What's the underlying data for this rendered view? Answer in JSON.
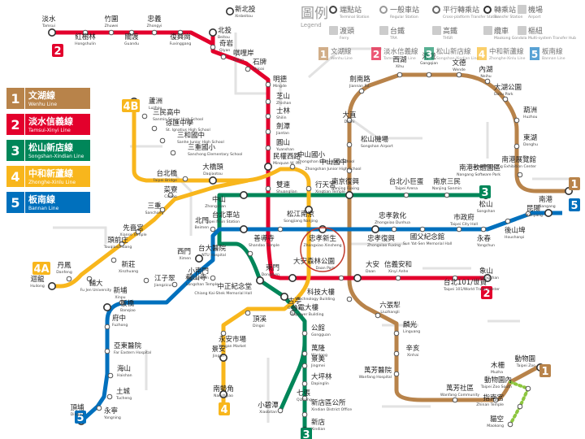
{
  "colors": {
    "brown": "#b8834a",
    "red": "#e3002c",
    "green": "#008659",
    "orange": "#f8b61c",
    "blue": "#0070bd",
    "gray": "#dddddd",
    "lime": "#8dc63f"
  },
  "legend": {
    "title_zh": "圖例",
    "title_en": "Legend",
    "items": [
      {
        "zh": "端點站",
        "en": "Terminal Station"
      },
      {
        "zh": "一般車站",
        "en": "Regular Station"
      },
      {
        "zh": "平行轉乘站",
        "en": "Cross-platform Transfer Station"
      },
      {
        "zh": "轉乘站",
        "en": "Transfer Station"
      },
      {
        "zh": "機場",
        "en": "Airport"
      },
      {
        "zh": "渡頭",
        "en": "Ferry"
      },
      {
        "zh": "台鐵",
        "en": "TRA"
      },
      {
        "zh": "高鐵",
        "en": "THSR"
      },
      {
        "zh": "纜車",
        "en": "Maokong Gondola"
      },
      {
        "zh": "樞紐",
        "en": "Multi-system Transfer Hub"
      }
    ],
    "lines": [
      {
        "num": "1",
        "zh": "文湖線",
        "en": "Wenhu Line"
      },
      {
        "num": "2",
        "zh": "淡水信義線",
        "en": "Tamsui-Xinyi Line"
      },
      {
        "num": "3",
        "zh": "松山新店線",
        "en": "Songshan-Xindian Line"
      },
      {
        "num": "4",
        "zh": "中和新蘆線",
        "en": "Zhonghe-Xinlu Line"
      },
      {
        "num": "5",
        "zh": "板南線",
        "en": "Bannan Line"
      }
    ]
  },
  "side_legend": [
    {
      "num": "1",
      "zh": "文湖線",
      "en": "Wenhu Line"
    },
    {
      "num": "2",
      "zh": "淡水信義線",
      "en": "Tamsui-Xinyi Line"
    },
    {
      "num": "3",
      "zh": "松山新店線",
      "en": "Songshan-Xindian Line"
    },
    {
      "num": "4",
      "zh": "中和新蘆線",
      "en": "Zhonghe-Xinlu Line"
    },
    {
      "num": "5",
      "zh": "板南線",
      "en": "Bannan Line"
    }
  ],
  "terminal_badges": [
    {
      "id": "tamsui",
      "label": "2",
      "line": "red"
    },
    {
      "id": "luzhou",
      "label": "4B",
      "line": "orange"
    },
    {
      "id": "huilong",
      "label": "4A",
      "line": "orange"
    },
    {
      "id": "nangang_ex",
      "label": "1",
      "line": "brown"
    },
    {
      "id": "kunyang",
      "label": "5",
      "line": "blue"
    },
    {
      "id": "songshan",
      "label": "3",
      "line": "green"
    },
    {
      "id": "xiangshan",
      "label": "2",
      "line": "red"
    },
    {
      "id": "nanshijiao",
      "label": "4",
      "line": "orange"
    },
    {
      "id": "dingpu",
      "label": "5",
      "line": "blue"
    },
    {
      "id": "xindian",
      "label": "3",
      "line": "green"
    },
    {
      "id": "taipeizoo",
      "label": "1",
      "line": "brown"
    }
  ],
  "stations": [
    {
      "zh": "淡水",
      "en": "Tamsui"
    },
    {
      "zh": "紅樹林",
      "en": "Hongshulin"
    },
    {
      "zh": "竹圍",
      "en": "Zhuwei"
    },
    {
      "zh": "關渡",
      "en": "Guandu"
    },
    {
      "zh": "忠義",
      "en": "Zhongyi"
    },
    {
      "zh": "復興崗",
      "en": "Fuxinggang"
    },
    {
      "zh": "新北投",
      "en": "Xinbeitou"
    },
    {
      "zh": "北投",
      "en": "Beitou"
    },
    {
      "zh": "奇岩",
      "en": "Qiyan"
    },
    {
      "zh": "唭哩岸",
      "en": "Qilian"
    },
    {
      "zh": "石牌",
      "en": "Shipai"
    },
    {
      "zh": "明德",
      "en": "Mingde"
    },
    {
      "zh": "芝山",
      "en": "Zhishan"
    },
    {
      "zh": "士林",
      "en": "Shilin"
    },
    {
      "zh": "劍潭",
      "en": "Jiantan"
    },
    {
      "zh": "圓山",
      "en": "Yuanshan"
    },
    {
      "zh": "民權西路",
      "en": "Minquan W. Rd."
    },
    {
      "zh": "雙連",
      "en": "Shuanglian"
    },
    {
      "zh": "中山",
      "en": "Zhongshan"
    },
    {
      "zh": "台北車站",
      "en": "Taipei Main Station"
    },
    {
      "zh": "台大醫院",
      "en": "NTU Hospital"
    },
    {
      "zh": "中正紀念堂",
      "en": "Chiang Kai-Shek Memorial Hall"
    },
    {
      "zh": "東門",
      "en": "Dongmen"
    },
    {
      "zh": "大安森林公園",
      "en": "Daan Park"
    },
    {
      "zh": "大安",
      "en": "Daan"
    },
    {
      "zh": "信義安和",
      "en": "Xinyi Anhe"
    },
    {
      "zh": "台北101/世貿",
      "en": "Taipei 101/World Trade Center"
    },
    {
      "zh": "象山",
      "en": "Xiangshan"
    },
    {
      "zh": "蘆洲",
      "en": "Luzhou"
    },
    {
      "zh": "三民高中",
      "en": "Sanmin Senior High School"
    },
    {
      "zh": "徐匯中學",
      "en": "St. Ignatius High School"
    },
    {
      "zh": "三和國中",
      "en": "Sanhe Junior High School"
    },
    {
      "zh": "三重國小",
      "en": "Sanchong Elementary School"
    },
    {
      "zh": "台北橋",
      "en": "Taipei Bridge"
    },
    {
      "zh": "大橋頭",
      "en": "Daqiaotou"
    },
    {
      "zh": "菜寮",
      "en": "Cailiao"
    },
    {
      "zh": "三重",
      "en": "Sanchong"
    },
    {
      "zh": "先嗇宮",
      "en": "Xianse Temple"
    },
    {
      "zh": "頭前庄",
      "en": "Touqianzhuang"
    },
    {
      "zh": "新莊",
      "en": "Xinzhuang"
    },
    {
      "zh": "輔大",
      "en": "Fu Jen University"
    },
    {
      "zh": "丹鳳",
      "en": "Danfeng"
    },
    {
      "zh": "迴龍",
      "en": "Huilong"
    },
    {
      "zh": "中山國小",
      "en": "Zhongshan Elementary School"
    },
    {
      "zh": "行天宮",
      "en": "Xingtian Temple"
    },
    {
      "zh": "松江南京",
      "en": "Songjiang Nanjing"
    },
    {
      "zh": "忠孝新生",
      "en": "Zhongxiao Xinsheng"
    },
    {
      "zh": "古亭",
      "en": "Guting"
    },
    {
      "zh": "頂溪",
      "en": "Dingxi"
    },
    {
      "zh": "永安市場",
      "en": "Yongan Market"
    },
    {
      "zh": "景安",
      "en": "Jingan"
    },
    {
      "zh": "南勢角",
      "en": "Nanshijiao"
    },
    {
      "zh": "頂埔",
      "en": "Dingpu"
    },
    {
      "zh": "永寧",
      "en": "Yongning"
    },
    {
      "zh": "土城",
      "en": "Tucheng"
    },
    {
      "zh": "海山",
      "en": "Haishan"
    },
    {
      "zh": "亞東醫院",
      "en": "Far Eastern Hospital"
    },
    {
      "zh": "府中",
      "en": "Fuzhong"
    },
    {
      "zh": "板橋",
      "en": "Banqiao"
    },
    {
      "zh": "新埔",
      "en": "Xinpu"
    },
    {
      "zh": "江子翠",
      "en": "Jiangzicui"
    },
    {
      "zh": "龍山寺",
      "en": "Longshan Temple"
    },
    {
      "zh": "西門",
      "en": "Ximen"
    },
    {
      "zh": "北門",
      "en": "Beimen"
    },
    {
      "zh": "善導寺",
      "en": "Shandao Temple"
    },
    {
      "zh": "忠孝復興",
      "en": "Zhongxiao Fuxing"
    },
    {
      "zh": "忠孝敦化",
      "en": "Zhongxiao Dunhua"
    },
    {
      "zh": "國父紀念館",
      "en": "Sun Yat-Sen Memorial Hall"
    },
    {
      "zh": "市政府",
      "en": "Taipei City Hall"
    },
    {
      "zh": "永春",
      "en": "Yongchun"
    },
    {
      "zh": "後山埤",
      "en": "Houshanpi"
    },
    {
      "zh": "昆陽",
      "en": "Kunyang"
    },
    {
      "zh": "南港",
      "en": "Nangang"
    },
    {
      "zh": "南港展覽館",
      "en": "Taipei Nangang Exhibition Center"
    },
    {
      "zh": "松山",
      "en": "Songshan"
    },
    {
      "zh": "南京三民",
      "en": "Nanjing Sanmin"
    },
    {
      "zh": "台北小巨蛋",
      "en": "Taipei Arena"
    },
    {
      "zh": "南京復興",
      "en": "Nanjing Fuxing"
    },
    {
      "zh": "中山國中",
      "en": "Zhongshan Junior High School"
    },
    {
      "zh": "松山機場",
      "en": "Songshan Airport"
    },
    {
      "zh": "大直",
      "en": "Dazhi"
    },
    {
      "zh": "劍南路",
      "en": "Jiannan Rd."
    },
    {
      "zh": "西湖",
      "en": "Xihu"
    },
    {
      "zh": "港墘",
      "en": "Gangqian"
    },
    {
      "zh": "文德",
      "en": "Wende"
    },
    {
      "zh": "內湖",
      "en": "Neihu"
    },
    {
      "zh": "大湖公園",
      "en": "Dahu Park"
    },
    {
      "zh": "葫洲",
      "en": "Huzhou"
    },
    {
      "zh": "東湖",
      "en": "Donghu"
    },
    {
      "zh": "南港軟體園區",
      "en": "Nangang Software Park"
    },
    {
      "zh": "小南門",
      "en": "Xiaonanmen"
    },
    {
      "zh": "台電大樓",
      "en": "Taipower Building"
    },
    {
      "zh": "公館",
      "en": "Gongguan"
    },
    {
      "zh": "萬隆",
      "en": "Wanlong"
    },
    {
      "zh": "景美",
      "en": "Jingmei"
    },
    {
      "zh": "大坪林",
      "en": "Dapinglin"
    },
    {
      "zh": "七張",
      "en": "Qizhang"
    },
    {
      "zh": "小碧潭",
      "en": "Xiaobitan"
    },
    {
      "zh": "新店區公所",
      "en": "Xindian District Office"
    },
    {
      "zh": "新店",
      "en": "Xindian"
    },
    {
      "zh": "科技大樓",
      "en": "Technology Building"
    },
    {
      "zh": "六張犁",
      "en": "Liuzhangli"
    },
    {
      "zh": "麟光",
      "en": "Linguang"
    },
    {
      "zh": "辛亥",
      "en": "Xinhai"
    },
    {
      "zh": "萬芳醫院",
      "en": "Wanfang Hospital"
    },
    {
      "zh": "萬芳社區",
      "en": "Wanfang Community"
    },
    {
      "zh": "木柵",
      "en": "Muzha"
    },
    {
      "zh": "動物園",
      "en": "Taipei Zoo"
    },
    {
      "zh": "動物園內",
      "en": "Taipei Zoo South"
    },
    {
      "zh": "指南宮",
      "en": "Zhinan Temple"
    },
    {
      "zh": "貓空",
      "en": "Maokong"
    }
  ]
}
